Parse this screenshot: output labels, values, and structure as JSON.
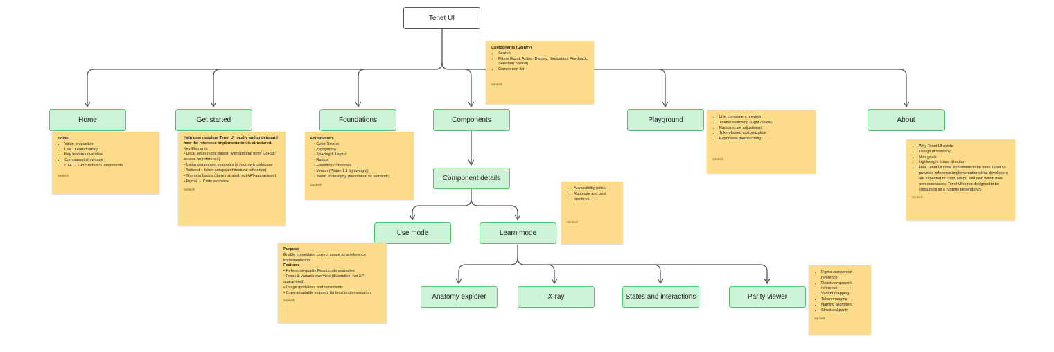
{
  "root": "Tenet UI",
  "sections": {
    "home": "Home",
    "get_started": "Get started",
    "foundations": "Foundations",
    "components": "Components",
    "playground": "Playground",
    "about": "About",
    "component_details": "Component details",
    "use_mode": "Use mode",
    "learn_mode": "Learn mode",
    "anatomy_explorer": "Anatomy explorer",
    "x_ray": "X-ray",
    "states_interactions": "States and interactions",
    "parity_viewer": "Parity viewer"
  },
  "notes": {
    "home": {
      "title": "Home",
      "items": [
        "Value proposition",
        "Use / Learn framing",
        "Key features overview",
        "Component showcase",
        "CTA → Get Started / Components"
      ],
      "author": "Sanketh"
    },
    "get_started": {
      "title": "Help users explore Tenet UI locally and understand how the reference implementation is structured.",
      "subtitle": "Key Elements",
      "items": [
        "• Local setup (copy-based, with optional npm/ GitHub access for reference)",
        "• Using component examples in your own codebase",
        "• Tailwind + token setup (architectural reference)",
        "• Theming basics (demonstrated, not API-guaranteed)",
        "• Figma ↔ Code overview"
      ],
      "author": "Sanketh"
    },
    "foundations": {
      "title": "Foundations",
      "items": [
        "- Color Tokens",
        "- Typography",
        "- Spacing & Layout",
        "- Radius",
        "- Elevation / Shadows",
        "- Motion (Phase 1.1 lightweight)",
        "- Token Philosophy (foundation vs semantic)"
      ],
      "author": "Sanketh"
    },
    "components": {
      "title": "Components (Gallery)",
      "items": [
        "Search",
        "Filters (Input, Action, Display, Navigation, Feedback, Selection control)",
        "Component list"
      ],
      "author": "Sanketh"
    },
    "playground": {
      "items": [
        "Live component preview",
        "Theme switching (Light / Dark)",
        "Radius scale adjustment",
        "Token-based customization",
        "Exportable theme config"
      ],
      "author": "Sanketh"
    },
    "about": {
      "items": [
        "Why Tenet UI exists",
        "Design philosophy",
        "Non-goals",
        "Lightweight future direction",
        "How Tenet UI code is intended to be used Tenet UI provides reference implementations that developers are expected to copy, adapt, and own within their own codebases. Tenet UI is not designed to be consumed as a runtime dependency."
      ],
      "author": "Sanketh"
    },
    "details": {
      "items": [
        "Accessibility notes",
        "Rationale and best practices"
      ],
      "author": "Sanketh"
    },
    "use_mode": {
      "title": "Purpose",
      "purpose": "Enable immediate, correct usage as a reference implementation.",
      "subtitle": "Features",
      "items": [
        "• Reference-quality React code examples",
        "• Props & variants overview (illustrative, not API-guaranteed)",
        "• Usage guidelines and constraints",
        "• Copy-adaptable snippets for local implementation"
      ],
      "author": "Sanketh"
    },
    "parity": {
      "items": [
        "Figma component reference",
        "React component reference",
        "Variant mapping",
        "Token mapping",
        "Naming alignment",
        "Structural parity"
      ],
      "author": "Sanketh"
    }
  }
}
